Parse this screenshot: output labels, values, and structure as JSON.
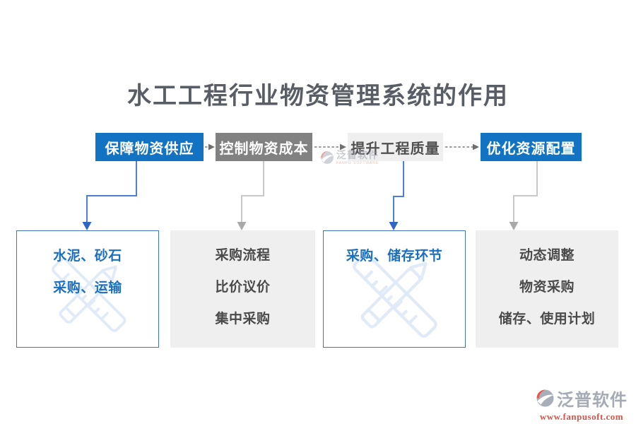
{
  "title": "水工工程行业物资管理系统的作用",
  "flow": {
    "headers": [
      {
        "label": "保障物资供应",
        "variant": "blue"
      },
      {
        "label": "控制物资成本",
        "variant": "dark-gray"
      },
      {
        "label": "提升工程质量",
        "variant": "light-gray"
      },
      {
        "label": "优化资源配置",
        "variant": "blue"
      }
    ],
    "details": [
      {
        "line1": "水泥、砂石",
        "line2": "采购、运输"
      },
      {
        "line1": "采购流程",
        "line2": "比价议价",
        "line3": "集中采购"
      },
      {
        "line1": "采购、储存环节"
      },
      {
        "line1": "动态调整",
        "line2": "物资采购",
        "line3": "储存、使用计划"
      }
    ]
  },
  "colors": {
    "accent_blue": "#1173c2",
    "header_gray": "#818181",
    "panel_gray": "#efefef",
    "detail_text_blue": "#1a6fbf",
    "connector_blue": "#4f7fd1",
    "connector_gray": "#c8c8c8",
    "dashed_arrow_gray": "#7f7f7f",
    "brand_gray": "#a5abb5",
    "url_red": "#d4564e"
  },
  "watermark_center": {
    "brand": "泛普软件",
    "subtitle": "FANPU SOFTWARE"
  },
  "brand_footer": {
    "name": "泛普软件",
    "url": "www.fanpusoft.com"
  }
}
